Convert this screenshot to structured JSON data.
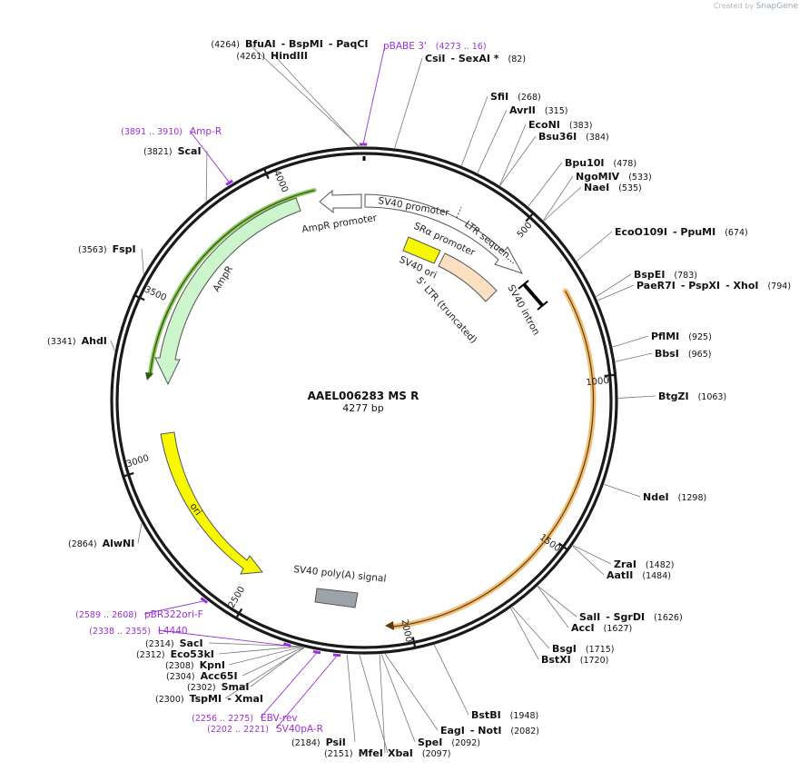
{
  "credit": {
    "prefix": "Created by",
    "brand": "SnapGene"
  },
  "plasmid": {
    "name": "AAEL006283 MS R",
    "length_label": "4277 bp",
    "length": 4277
  },
  "ticks": [
    {
      "label": "500",
      "bp": 500
    },
    {
      "label": "1000",
      "bp": 1000
    },
    {
      "label": "1500",
      "bp": 1500
    },
    {
      "label": "2000",
      "bp": 2000
    },
    {
      "label": "2500",
      "bp": 2500
    },
    {
      "label": "3000",
      "bp": 3000
    },
    {
      "label": "3500",
      "bp": 3500
    },
    {
      "label": "4000",
      "bp": 4000
    }
  ],
  "restriction_sites": [
    {
      "pos": "(4264)",
      "name": "BfuAI",
      "name2": "- BspMI",
      "name3": "- PaqCI",
      "bp": 4264
    },
    {
      "pos": "(4261)",
      "name": "HindIII",
      "bp": 4261
    },
    {
      "pos": "(82)",
      "name": "CsiI",
      "name2": "- SexAI *",
      "bp": 82
    },
    {
      "pos": "(268)",
      "name": "SfiI",
      "bp": 268
    },
    {
      "pos": "(315)",
      "name": "AvrII",
      "bp": 315
    },
    {
      "pos": "(383)",
      "name": "EcoNI",
      "bp": 383
    },
    {
      "pos": "(384)",
      "name": "Bsu36I",
      "bp": 384
    },
    {
      "pos": "(478)",
      "name": "Bpu10I",
      "bp": 478
    },
    {
      "pos": "(533)",
      "name": "NgoMIV",
      "bp": 533
    },
    {
      "pos": "(535)",
      "name": "NaeI",
      "bp": 535
    },
    {
      "pos": "(674)",
      "name": "EcoO109I",
      "name2": "- PpuMI",
      "bp": 674
    },
    {
      "pos": "(783)",
      "name": "BspEI",
      "bp": 783
    },
    {
      "pos": "(794)",
      "name": "PaeR7I",
      "name2": "- PspXI",
      "name3": "- XhoI",
      "bp": 794
    },
    {
      "pos": "(925)",
      "name": "PflMI",
      "bp": 925
    },
    {
      "pos": "(965)",
      "name": "BbsI",
      "bp": 965
    },
    {
      "pos": "(1063)",
      "name": "BtgZI",
      "bp": 1063
    },
    {
      "pos": "(1298)",
      "name": "NdeI",
      "bp": 1298
    },
    {
      "pos": "(1482)",
      "name": "ZraI",
      "bp": 1482
    },
    {
      "pos": "(1484)",
      "name": "AatII",
      "bp": 1484
    },
    {
      "pos": "(1626)",
      "name": "SalI",
      "name2": "- SgrDI",
      "bp": 1626
    },
    {
      "pos": "(1627)",
      "name": "AccI",
      "bp": 1627
    },
    {
      "pos": "(1715)",
      "name": "BsgI",
      "bp": 1715
    },
    {
      "pos": "(1720)",
      "name": "BstXI",
      "bp": 1720
    },
    {
      "pos": "(1948)",
      "name": "BstBI",
      "bp": 1948
    },
    {
      "pos": "(2082)",
      "name": "EagI",
      "name2": "- NotI",
      "bp": 2082
    },
    {
      "pos": "(2092)",
      "name": "SpeI",
      "bp": 2092
    },
    {
      "pos": "(2097)",
      "name": "XbaI",
      "bp": 2097
    },
    {
      "pos": "(2151)",
      "name": "MfeI",
      "bp": 2151
    },
    {
      "pos": "(2184)",
      "name": "PsiI",
      "bp": 2184
    },
    {
      "pos": "(2300)",
      "name": "TspMI",
      "name2": "- XmaI",
      "bp": 2300
    },
    {
      "pos": "(2302)",
      "name": "SmaI",
      "bp": 2302
    },
    {
      "pos": "(2304)",
      "name": "Acc65I",
      "bp": 2304
    },
    {
      "pos": "(2308)",
      "name": "KpnI",
      "bp": 2308
    },
    {
      "pos": "(2312)",
      "name": "Eco53kI",
      "bp": 2312
    },
    {
      "pos": "(2314)",
      "name": "SacI",
      "bp": 2314
    },
    {
      "pos": "(2864)",
      "name": "AlwNI",
      "bp": 2864
    },
    {
      "pos": "(3341)",
      "name": "AhdI",
      "bp": 3341
    },
    {
      "pos": "(3563)",
      "name": "FspI",
      "bp": 3563
    },
    {
      "pos": "(3821)",
      "name": "ScaI",
      "bp": 3821
    }
  ],
  "primers": [
    {
      "name": "pBABE 3'",
      "range": "(4273 .. 16)",
      "bp": 4275
    },
    {
      "name": "Amp-R",
      "range": "(3891 .. 3910)",
      "bp": 3900
    },
    {
      "name": "pBR322ori-F",
      "range": "(2589 .. 2608)",
      "bp": 2598
    },
    {
      "name": "L4440",
      "range": "(2338 .. 2355)",
      "bp": 2346
    },
    {
      "name": "EBV-rev",
      "range": "(2256 .. 2275)",
      "bp": 2265
    },
    {
      "name": "SV40pA-R",
      "range": "(2202 .. 2221)",
      "bp": 2211
    }
  ],
  "features": [
    {
      "label": "AmpR promoter",
      "color": "#ffffff"
    },
    {
      "label": "AmpR",
      "color": "#ccf5cc"
    },
    {
      "label": "SV40 promoter",
      "color": "#ffffff"
    },
    {
      "label": "LTR sequen...",
      "color": "#ffffff"
    },
    {
      "label": "SRα promoter",
      "color": "#ffffff"
    },
    {
      "label": "SV40 ori",
      "color": "#f7f700"
    },
    {
      "label": "5' LTR (truncated)",
      "color": "#fde0c2"
    },
    {
      "label": "SV40 intron",
      "color": "#000000"
    },
    {
      "label": "ori",
      "color": "#f7f700"
    },
    {
      "label": "SV40 poly(A) signal",
      "color": "#9ea2ab"
    }
  ],
  "colors": {
    "primer": "#9b30d9",
    "orf": "#f0b35a",
    "ampr_orf": "#8fc760",
    "backbone": "#1a1a1a"
  }
}
